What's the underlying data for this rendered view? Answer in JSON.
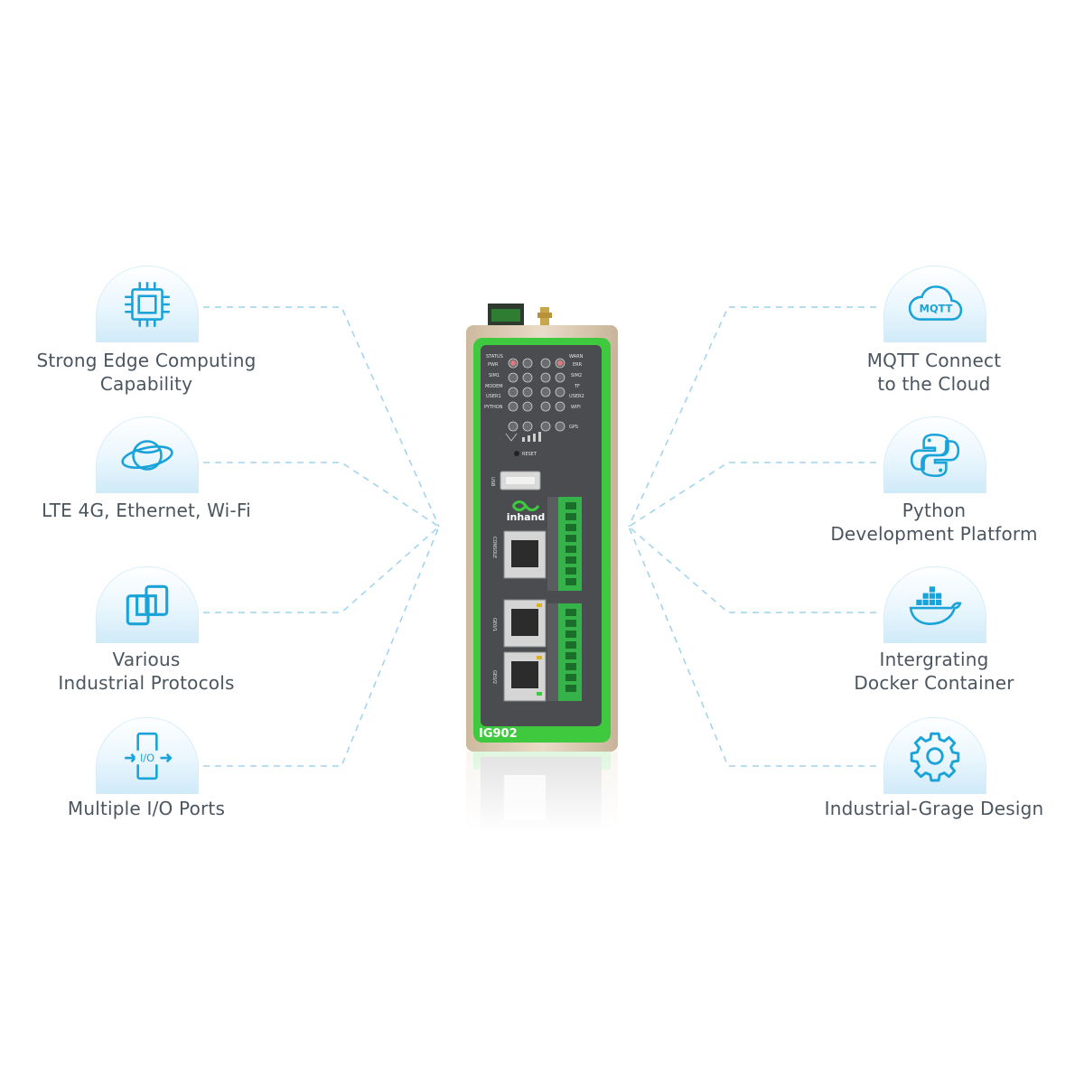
{
  "features_left": [
    {
      "icon": "cpu-chip-icon",
      "label": "Strong Edge Computing\nCapability"
    },
    {
      "icon": "globe-network-icon",
      "label": "LTE 4G, Ethernet, Wi-Fi"
    },
    {
      "icon": "protocol-link-icon",
      "label": "Various\nIndustrial Protocols"
    },
    {
      "icon": "io-port-icon",
      "label": "Multiple I/O Ports"
    }
  ],
  "features_right": [
    {
      "icon": "mqtt-cloud-icon",
      "label": "MQTT Connect\nto the Cloud"
    },
    {
      "icon": "python-icon",
      "label": "Python\nDevelopment Platform"
    },
    {
      "icon": "docker-whale-icon",
      "label": "Intergrating\nDocker Container"
    },
    {
      "icon": "gear-icon",
      "label": "Industrial-Grage Design"
    }
  ],
  "icon_texts": {
    "mqtt": "MQTT",
    "io": "I/O"
  },
  "device": {
    "model": "IG902",
    "brand": "inhand",
    "reset": "RESET",
    "usb": "USB",
    "console": "CONSOLE",
    "ge1": "GE0/1",
    "ge2": "GE0/2",
    "led_left": [
      "STATUS",
      "PWR",
      "SIM1",
      "MODEM",
      "USER1",
      "PYTHON"
    ],
    "led_right": [
      "WARN",
      "ERR",
      "SIM2",
      "TF",
      "USER2",
      "WIFI"
    ],
    "gps": "GPS"
  },
  "colors": {
    "accent": "#1aa3d9",
    "device_green": "#3ec93f",
    "device_body": "#e3d3bd",
    "panel": "#4a4c50",
    "label_text": "#4a5560"
  }
}
